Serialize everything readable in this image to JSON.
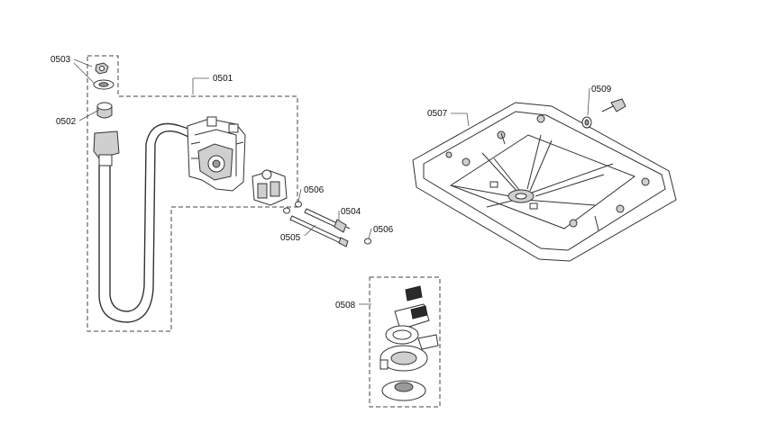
{
  "parts": [
    {
      "id": "p0501",
      "label": "0501"
    },
    {
      "id": "p0502",
      "label": "0502"
    },
    {
      "id": "p0503",
      "label": "0503"
    },
    {
      "id": "p0504",
      "label": "0504"
    },
    {
      "id": "p0505",
      "label": "0505"
    },
    {
      "id": "p0506a",
      "label": "0506"
    },
    {
      "id": "p0506b",
      "label": "0506"
    },
    {
      "id": "p0507",
      "label": "0507"
    },
    {
      "id": "p0508",
      "label": "0508"
    },
    {
      "id": "p0509",
      "label": "0509"
    }
  ]
}
